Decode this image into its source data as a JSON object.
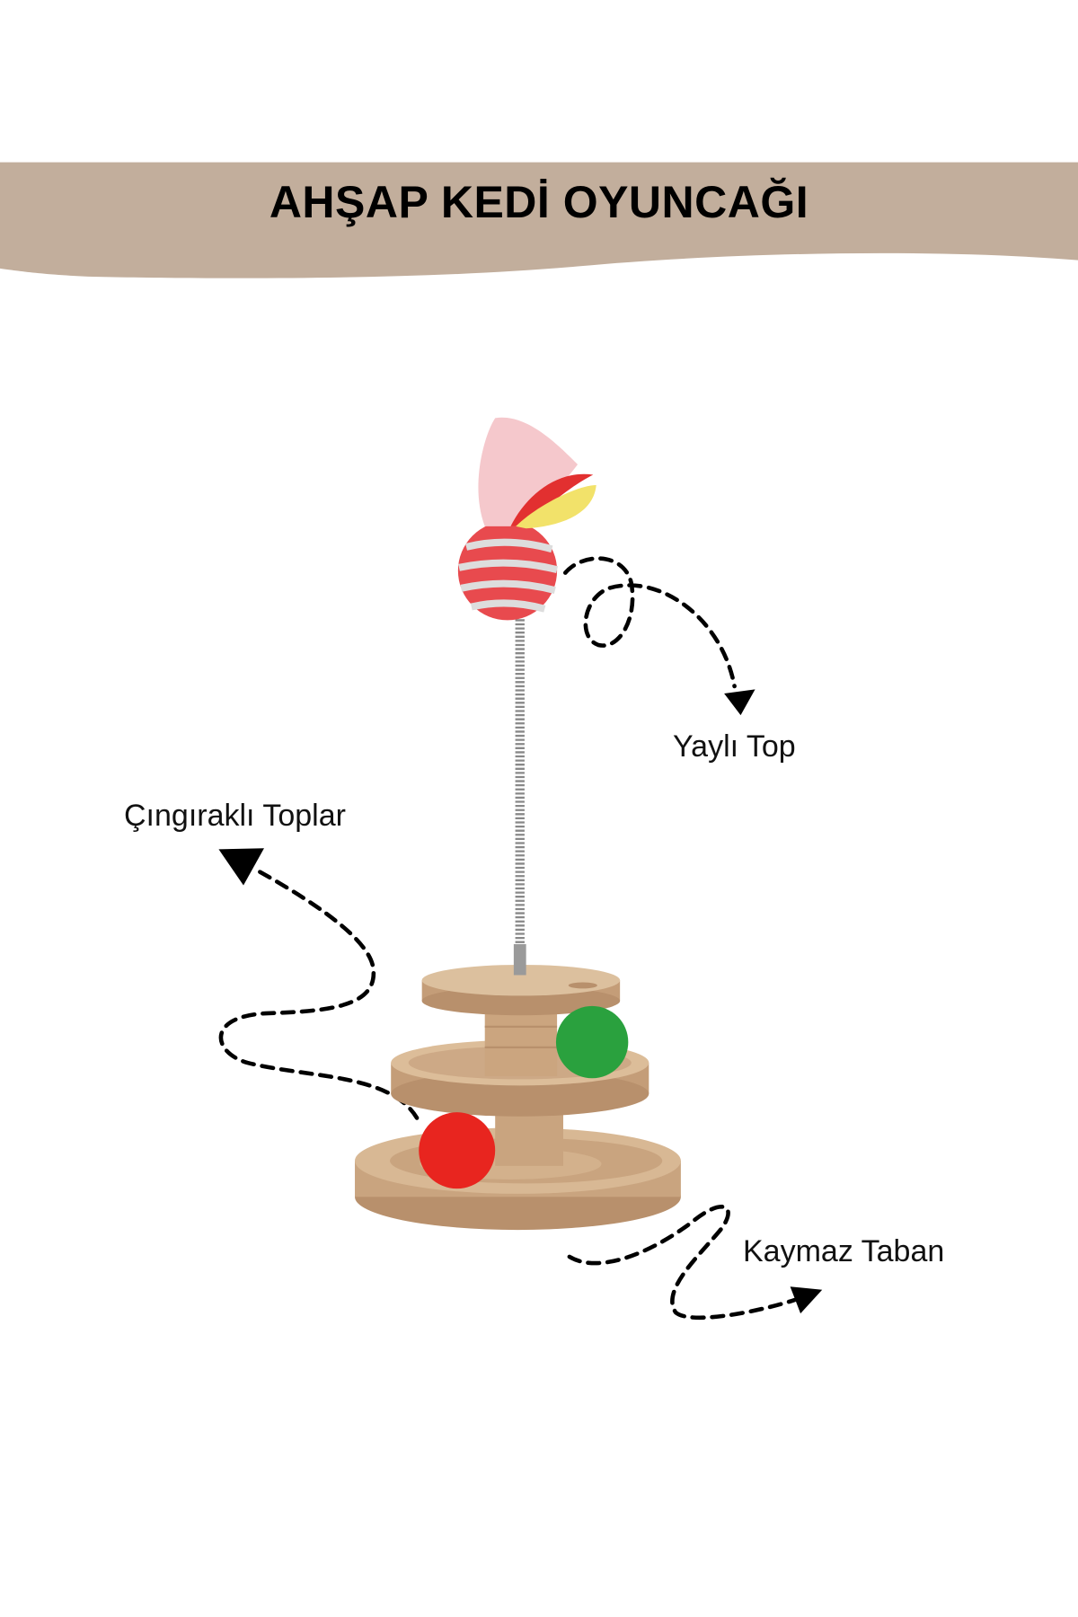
{
  "banner": {
    "title": "AHŞAP KEDİ OYUNCAĞI",
    "color": "#c2ae9c"
  },
  "labels": {
    "spring_ball": "Yaylı Top",
    "rattle_balls": "Çıngıraklı Toplar",
    "non_slip_base": "Kaymaz Taban"
  }
}
